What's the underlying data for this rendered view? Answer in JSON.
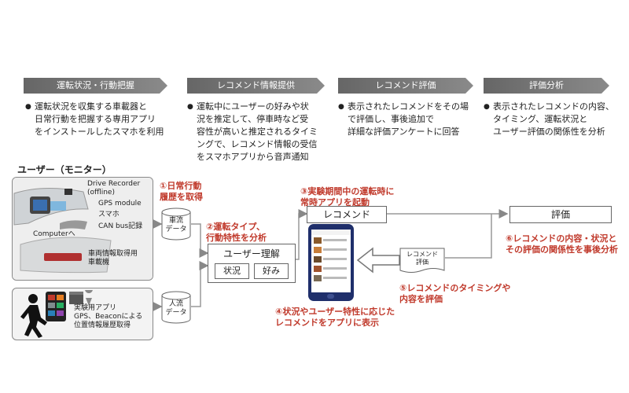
{
  "phases": [
    {
      "label": "運転状況・行動把握",
      "desc": "運転状況を収集する車載器と\n日常行動を把握する専用アプリ\nをインストールしたスマホを利用"
    },
    {
      "label": "レコメンド情報提供",
      "desc": "運転中にユーザーの好みや状\n況を推定して、停車時など受\n容性が高いと推定されるタイミ\nングで、レコメンド情報の受信\nをスマホアプリから音声通知"
    },
    {
      "label": "レコメンド評価",
      "desc": "表示されたレコメンドをその場\nで評価し、事後追加で\n詳細な評価アンケートに回答"
    },
    {
      "label": "評価分析",
      "desc": "表示されたレコメンドの内容、\nタイミング、運転状況と\nユーザー評価の関係性を分析"
    }
  ],
  "diagram": {
    "user_title": "ユーザー（モニター）",
    "car_labels": {
      "drive_recorder": "Drive Recorder\n(offline)",
      "gps_module": "GPS module",
      "smartphone": "スマホ",
      "can_bus": "CAN bus記録",
      "computer": "Computerへ",
      "in_vehicle": "車両情報取得用\n車載機"
    },
    "person_label": "実験用アプリ\nGPS、Beaconによる\n位置情報履歴取得",
    "steps": {
      "s1": "①日常行動\n履歴を取得",
      "s2": "②運転タイプ、\n行動特性を分析",
      "s3": "③実験期間中の運転時に\n常時アプリを起動",
      "s4": "④状況やユーザー特性に応じた\nレコメンドをアプリに表示",
      "s5": "⑤レコメンドのタイミングや\n内容を評価",
      "s6": "⑥レコメンドの内容・状況と\nその評価の関係性を事後分析"
    },
    "car_data": "車流\nデータ",
    "person_data": "人流\nデータ",
    "user_understanding": "ユーザー理解",
    "situation": "状況",
    "preference": "好み",
    "recommend": "レコメンド",
    "evaluation": "評価",
    "recommend_eval_doc": "レコメンド\n評価"
  },
  "colors": {
    "accent_red": "#c0392b",
    "phone_blue": "#1f2f6b",
    "phase_gray": "#777777"
  }
}
